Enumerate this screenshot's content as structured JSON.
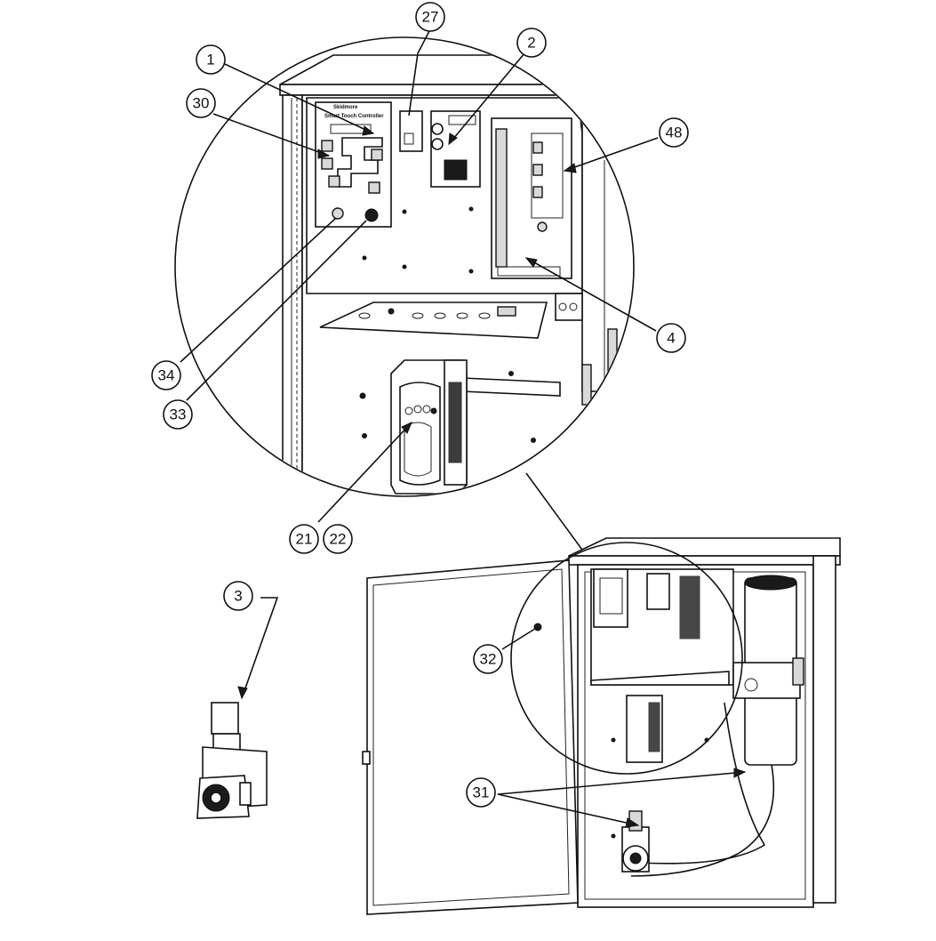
{
  "diagram": {
    "callouts": [
      {
        "id": "c1",
        "label": "1"
      },
      {
        "id": "c27",
        "label": "27"
      },
      {
        "id": "c2",
        "label": "2"
      },
      {
        "id": "c30",
        "label": "30"
      },
      {
        "id": "c48",
        "label": "48"
      },
      {
        "id": "c4",
        "label": "4"
      },
      {
        "id": "c34",
        "label": "34"
      },
      {
        "id": "c33",
        "label": "33"
      },
      {
        "id": "c21",
        "label": "21"
      },
      {
        "id": "c22",
        "label": "22"
      },
      {
        "id": "c3",
        "label": "3"
      },
      {
        "id": "c32",
        "label": "32"
      },
      {
        "id": "c31",
        "label": "31"
      }
    ],
    "panel_header": "Skidmore",
    "panel_subheader": "Smart Touch Controller"
  }
}
